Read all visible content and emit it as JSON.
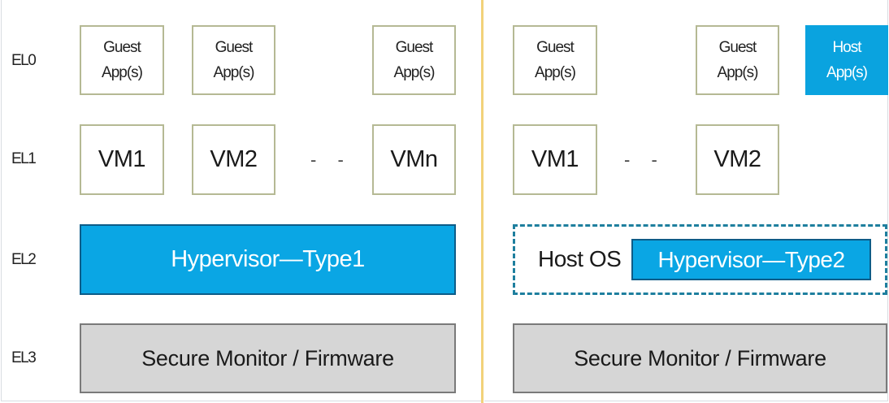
{
  "levels": [
    "EL0",
    "EL1",
    "EL2",
    "EL3"
  ],
  "left": {
    "apps": [
      {
        "line1": "Guest",
        "line2": "App(s)"
      },
      {
        "line1": "Guest",
        "line2": "App(s)"
      },
      {
        "line1": "Guest",
        "line2": "App(s)"
      }
    ],
    "vms": [
      "VM1",
      "VM2",
      "VMn"
    ],
    "vm_ellipsis": "- -",
    "hypervisor": "Hypervisor—Type1",
    "secure": "Secure Monitor / Firmware"
  },
  "right": {
    "apps": [
      {
        "line1": "Guest",
        "line2": "App(s)"
      },
      {
        "line1": "Guest",
        "line2": "App(s)"
      }
    ],
    "host_app": {
      "line1": "Host",
      "line2": "App(s)"
    },
    "vms": [
      "VM1",
      "VM2"
    ],
    "vm_ellipsis": "- -",
    "host_os": "Host OS",
    "hypervisor": "Hypervisor—Type2",
    "secure": "Secure Monitor / Firmware"
  },
  "colors": {
    "hypervisor_blue": "#0aa6e4",
    "hypervisor_border": "#0d5c88",
    "box_border": "#b5b994",
    "secure_gray": "#d6d6d6",
    "divider": "#f2d27a",
    "dash_group": "#1e7f9e"
  }
}
